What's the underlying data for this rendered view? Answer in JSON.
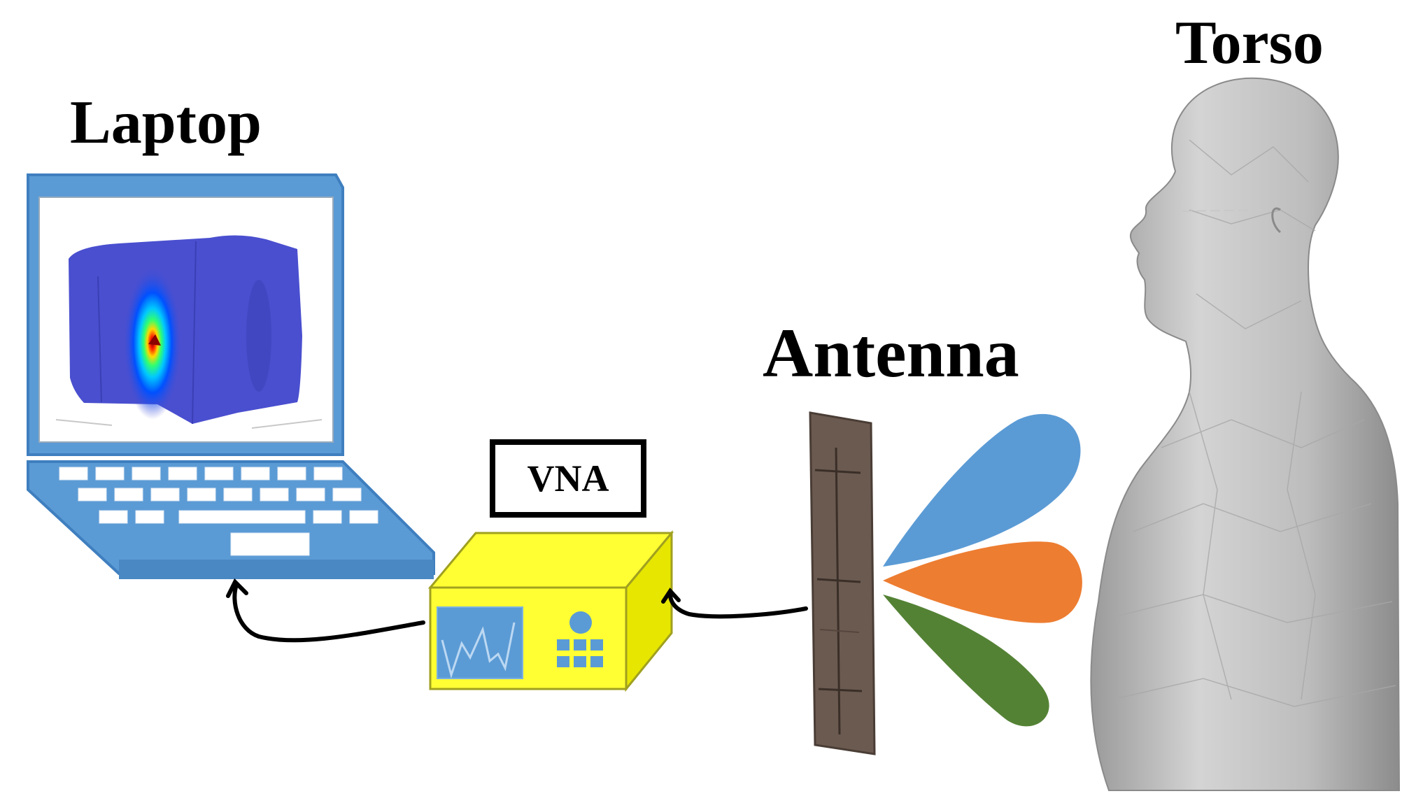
{
  "labels": {
    "laptop": "Laptop",
    "vna": "VNA",
    "antenna": "Antenna",
    "torso": "Torso"
  },
  "colors": {
    "laptop_frame": "#5b9bd5",
    "laptop_screen_field": "#4a4fcf",
    "vna_body": "#ffff33",
    "vna_screen": "#5b9bd5",
    "antenna_board": "#6b5a50",
    "beam_top": "#5b9bd5",
    "beam_middle": "#ed7d31",
    "beam_bottom": "#548235",
    "torso": "#b9b9b9",
    "cable": "#000000"
  },
  "icons": [
    "laptop-icon",
    "vna-device-icon",
    "antenna-board-icon",
    "radiation-beam-icon",
    "human-torso-icon",
    "cable-arrow-icon"
  ]
}
